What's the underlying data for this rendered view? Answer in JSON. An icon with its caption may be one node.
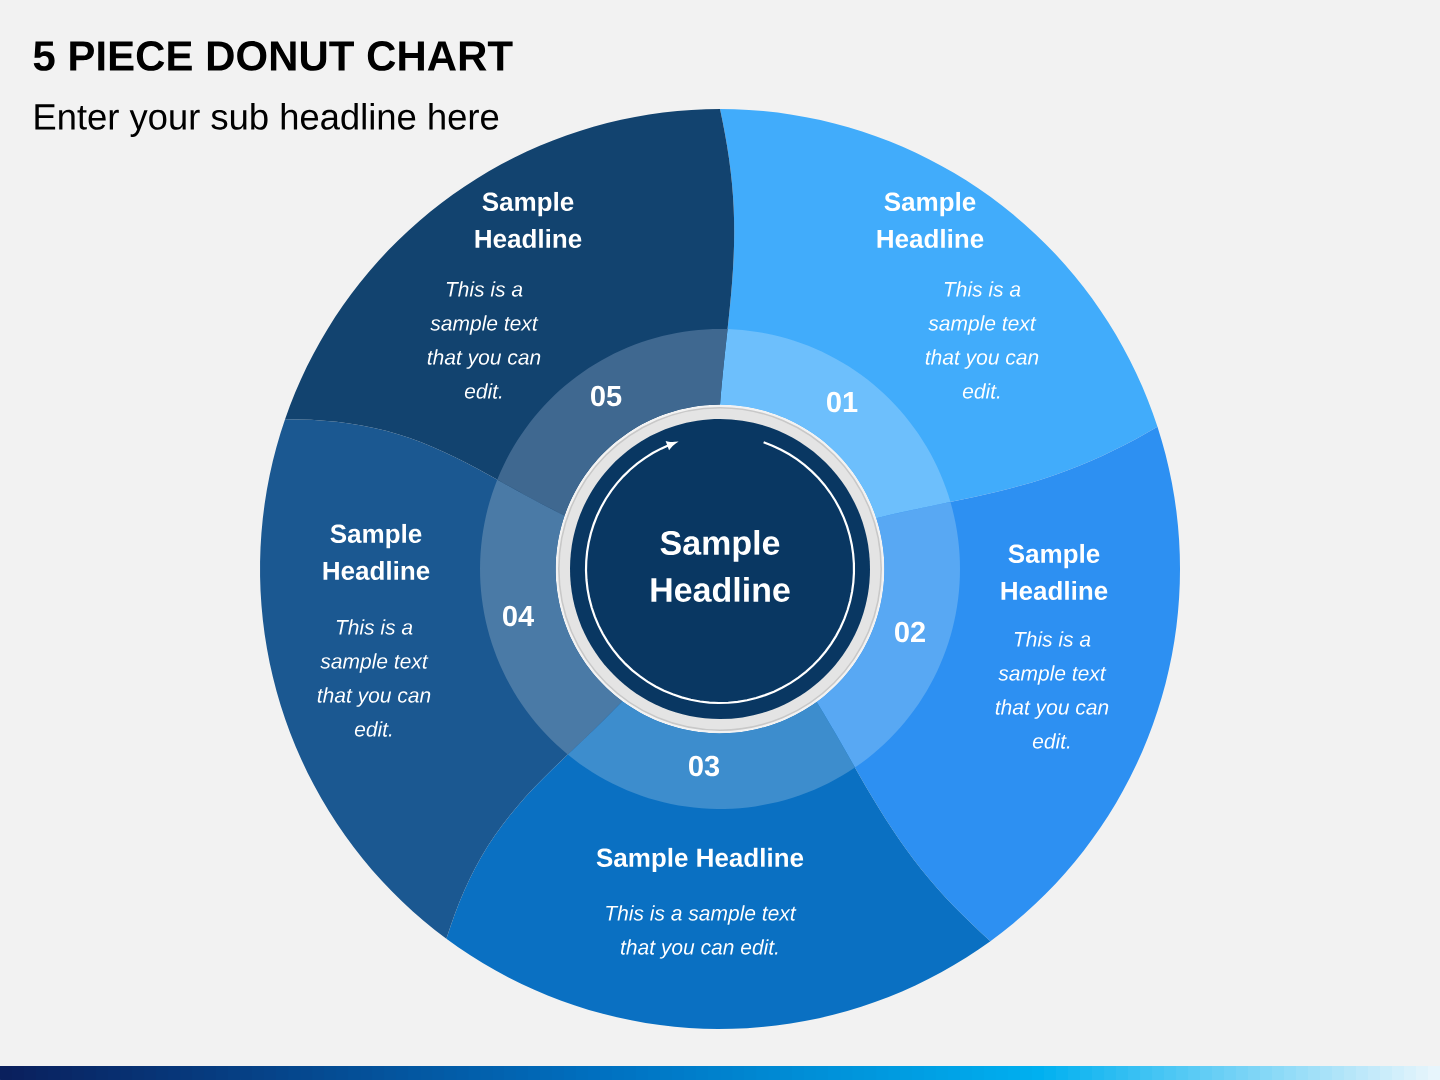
{
  "diagram": {
    "title": "5 PIECE DONUT CHART",
    "nodes": [
      {
        "text": [
          "Sample Headline"
        ]
      },
      {
        "text": [
          "01",
          "Sample Headline",
          "This is a sample text that you can edit."
        ]
      },
      {
        "text": [
          "02",
          "Sample Headline",
          "This is a sample text that you can edit."
        ]
      },
      {
        "text": [
          "03",
          "Sample Headline",
          "This is a sample text that you can edit."
        ]
      },
      {
        "text": [
          "04",
          "Sample Headline",
          "This is a sample text that you can edit."
        ]
      },
      {
        "text": [
          "05",
          "Sample Headline",
          "This is a sample text that you can edit."
        ]
      }
    ],
    "labels": [
      "Enter your sub headline here"
    ]
  }
}
